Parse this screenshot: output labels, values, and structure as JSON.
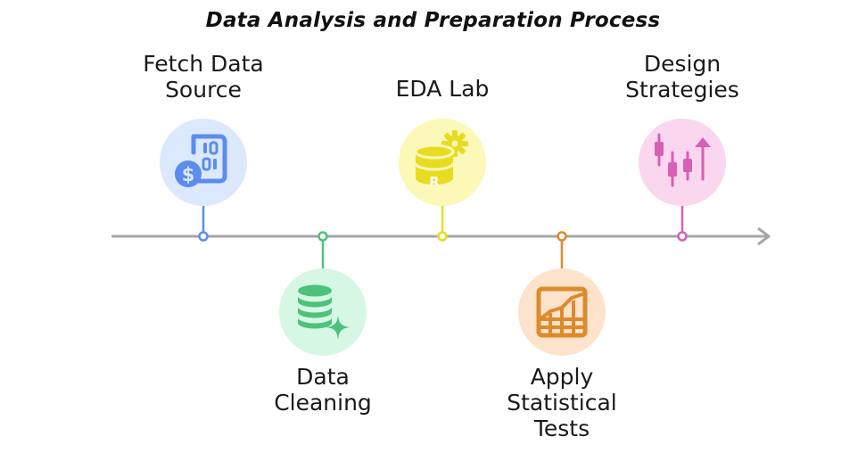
{
  "title": "Data Analysis and Preparation Process",
  "steps": [
    {
      "label": "Fetch Data\nSource",
      "icon": "database-dollar-icon",
      "color": "#5b8def",
      "bg": "#dce8fd"
    },
    {
      "label": "Data\nCleaning",
      "icon": "database-sparkle-icon",
      "color": "#4cc27a",
      "bg": "#d6f7e3"
    },
    {
      "label": "EDA Lab",
      "icon": "r-database-gear-icon",
      "color": "#e8dc23",
      "bg": "#fbf8b8"
    },
    {
      "label": "Apply\nStatistical\nTests",
      "icon": "chart-table-icon",
      "color": "#dd8a2e",
      "bg": "#fde3cb"
    },
    {
      "label": "Design\nStrategies",
      "icon": "candlestick-arrow-icon",
      "color": "#d75fb4",
      "bg": "#fad6ef"
    }
  ],
  "colors": {
    "axis": "#a6a6a6",
    "title": "#111111"
  }
}
